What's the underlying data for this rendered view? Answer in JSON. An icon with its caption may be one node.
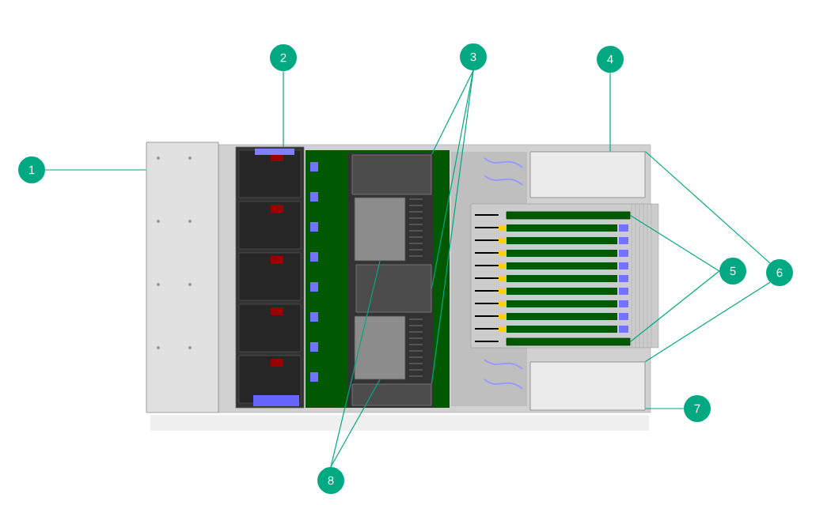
{
  "diagram": {
    "nodes": [
      {
        "text": [
          "1"
        ]
      },
      {
        "text": [
          "2"
        ]
      },
      {
        "text": [
          "3"
        ]
      },
      {
        "text": [
          "4"
        ]
      },
      {
        "text": [
          "5"
        ]
      },
      {
        "text": [
          "6"
        ]
      },
      {
        "text": [
          "7"
        ]
      },
      {
        "text": [
          "8"
        ]
      },
      {
        "text": [],
        "shape": "box"
      },
      {
        "text": [],
        "shape": "box"
      },
      {
        "text": [],
        "shape": "box"
      },
      {
        "text": [],
        "shape": "box"
      },
      {
        "text": [],
        "shape": "box"
      },
      {
        "text": [],
        "shape": "box"
      },
      {
        "text": [],
        "shape": "box"
      },
      {
        "text": [],
        "shape": "box"
      },
      {
        "text": [],
        "shape": "box"
      },
      {
        "text": [],
        "shape": "box"
      },
      {
        "text": [],
        "shape": "box"
      }
    ],
    "edges": [
      {
        "from": 0,
        "to": 8,
        "arrow": "none"
      },
      {
        "from": 1,
        "to": 9,
        "arrow": "none"
      },
      {
        "from": 2,
        "to": 10,
        "arrow": "none"
      },
      {
        "from": 2,
        "to": 11,
        "arrow": "none"
      },
      {
        "from": 2,
        "to": 12,
        "arrow": "none"
      },
      {
        "from": 3,
        "to": 13,
        "arrow": "none"
      },
      {
        "from": 4,
        "to": 17,
        "arrow": "none"
      },
      {
        "from": 4,
        "to": 18,
        "arrow": "none"
      },
      {
        "from": 5,
        "to": 13,
        "arrow": "none"
      },
      {
        "from": 5,
        "to": 14,
        "arrow": "none"
      },
      {
        "from": 6,
        "to": 14,
        "arrow": "none"
      },
      {
        "from": 7,
        "to": 15,
        "arrow": "none"
      },
      {
        "from": 7,
        "to": 16,
        "arrow": "none"
      }
    ]
  }
}
